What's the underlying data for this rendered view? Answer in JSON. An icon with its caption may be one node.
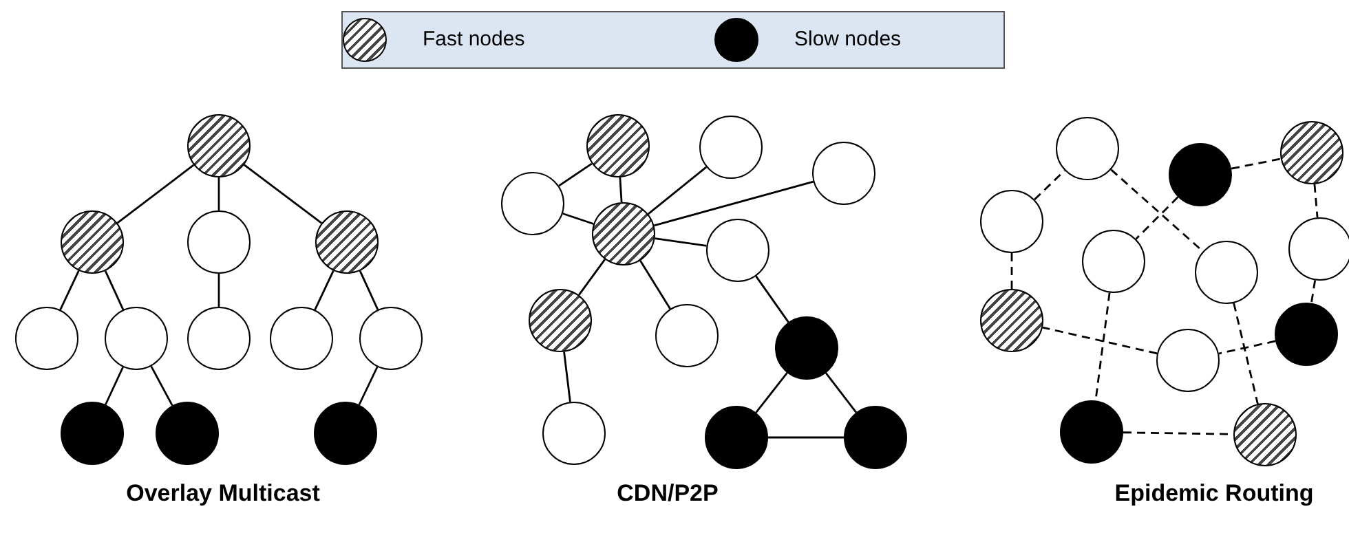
{
  "diagram": {
    "nodes": [
      {
        "text": [],
        "shape": "circle"
      },
      {
        "text": [],
        "shape": "circle"
      },
      {
        "text": [],
        "shape": "circle"
      },
      {
        "text": [],
        "shape": "circle"
      },
      {
        "text": [],
        "shape": "circle"
      },
      {
        "text": [],
        "shape": "circle"
      },
      {
        "text": [],
        "shape": "circle"
      },
      {
        "text": [],
        "shape": "circle"
      },
      {
        "text": [],
        "shape": "circle"
      },
      {
        "text": [],
        "shape": "circle"
      },
      {
        "text": [],
        "shape": "circle"
      },
      {
        "text": [],
        "shape": "circle"
      },
      {
        "text": [],
        "shape": "circle"
      },
      {
        "text": [],
        "shape": "circle"
      },
      {
        "text": [],
        "shape": "circle"
      },
      {
        "text": [],
        "shape": "circle"
      },
      {
        "text": [],
        "shape": "circle"
      },
      {
        "text": [],
        "shape": "circle"
      },
      {
        "text": [],
        "shape": "circle"
      },
      {
        "text": [],
        "shape": "circle"
      },
      {
        "text": [],
        "shape": "circle"
      },
      {
        "text": [],
        "shape": "circle"
      },
      {
        "text": [],
        "shape": "circle"
      },
      {
        "text": [],
        "shape": "circle"
      },
      {
        "text": [],
        "shape": "circle"
      },
      {
        "text": [],
        "shape": "circle"
      },
      {
        "text": [],
        "shape": "circle"
      },
      {
        "text": [],
        "shape": "circle"
      },
      {
        "text": [],
        "shape": "circle"
      },
      {
        "text": [],
        "shape": "circle"
      },
      {
        "text": [],
        "shape": "circle"
      },
      {
        "text": [],
        "shape": "circle"
      },
      {
        "text": [],
        "shape": "circle"
      },
      {
        "text": [],
        "shape": "circle"
      },
      {
        "text": [],
        "shape": "circle"
      },
      {
        "text": [],
        "shape": "circle"
      }
    ],
    "edges": [
      {
        "from": 0,
        "to": 1,
        "arrow": "none"
      },
      {
        "from": 0,
        "to": 2,
        "arrow": "none"
      },
      {
        "from": 0,
        "to": 3,
        "arrow": "none"
      },
      {
        "from": 1,
        "to": 4,
        "arrow": "none"
      },
      {
        "from": 1,
        "to": 5,
        "arrow": "none"
      },
      {
        "from": 2,
        "to": 6,
        "arrow": "none"
      },
      {
        "from": 3,
        "to": 7,
        "arrow": "none"
      },
      {
        "from": 3,
        "to": 8,
        "arrow": "none"
      },
      {
        "from": 5,
        "to": 9,
        "arrow": "none"
      },
      {
        "from": 5,
        "to": 10,
        "arrow": "none"
      },
      {
        "from": 8,
        "to": 11,
        "arrow": "none"
      },
      {
        "from": 13,
        "to": 12,
        "arrow": "none"
      },
      {
        "from": 12,
        "to": 14,
        "arrow": "none"
      },
      {
        "from": 13,
        "to": 14,
        "arrow": "none"
      },
      {
        "from": 14,
        "to": 15,
        "arrow": "none"
      },
      {
        "from": 14,
        "to": 16,
        "arrow": "none"
      },
      {
        "from": 14,
        "to": 17,
        "arrow": "none"
      },
      {
        "from": 14,
        "to": 18,
        "arrow": "none"
      },
      {
        "from": 14,
        "to": 19,
        "arrow": "none"
      },
      {
        "from": 17,
        "to": 20,
        "arrow": "none"
      },
      {
        "from": 18,
        "to": 21,
        "arrow": "none"
      },
      {
        "from": 20,
        "to": 22,
        "arrow": "none"
      },
      {
        "from": 20,
        "to": 23,
        "arrow": "none"
      },
      {
        "from": 22,
        "to": 23,
        "arrow": "none"
      },
      {
        "from": 25,
        "to": 26,
        "arrow": "none",
        "style": "dashed"
      },
      {
        "from": 26,
        "to": 30,
        "arrow": "none",
        "style": "dashed"
      },
      {
        "from": 30,
        "to": 33,
        "arrow": "none",
        "style": "dashed"
      },
      {
        "from": 33,
        "to": 32,
        "arrow": "none",
        "style": "dashed"
      },
      {
        "from": 32,
        "to": 31,
        "arrow": "none",
        "style": "dashed"
      },
      {
        "from": 31,
        "to": 27,
        "arrow": "none",
        "style": "dashed"
      },
      {
        "from": 27,
        "to": 24,
        "arrow": "none",
        "style": "dashed"
      },
      {
        "from": 24,
        "to": 29,
        "arrow": "none",
        "style": "dashed"
      },
      {
        "from": 25,
        "to": 28,
        "arrow": "none",
        "style": "dashed"
      },
      {
        "from": 28,
        "to": 34,
        "arrow": "none",
        "style": "dashed"
      },
      {
        "from": 29,
        "to": 35,
        "arrow": "none",
        "style": "dashed"
      },
      {
        "from": 34,
        "to": 35,
        "arrow": "none",
        "style": "dashed"
      }
    ],
    "labels": [
      "Overlay Multicast",
      "CDN/P2P",
      "Epidemic Routing"
    ],
    "legend": [
      {
        "text": "Fast nodes"
      },
      {
        "text": "Slow nodes",
        "color": "#000000"
      }
    ]
  }
}
